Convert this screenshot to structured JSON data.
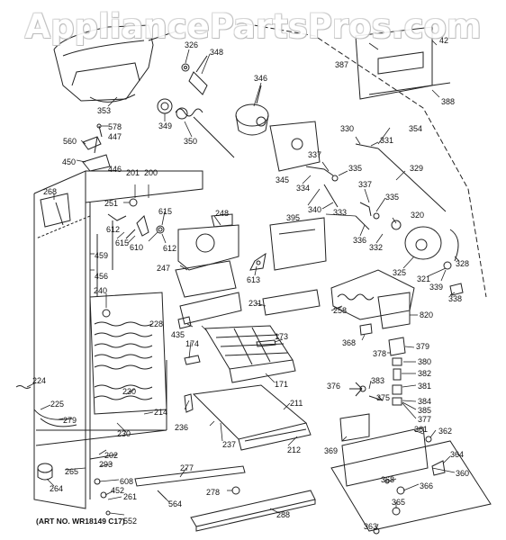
{
  "watermark": "AppliancePartsPros.com",
  "art_number": "(ART NO. WR18149 C17)",
  "part_labels": {
    "p326": "326",
    "p348": "348",
    "p346": "346",
    "p353": "353",
    "p349": "349",
    "p350": "350",
    "p578": "578",
    "p447": "447",
    "p560": "560",
    "p450": "450",
    "p446": "446",
    "p201": "201",
    "p200": "200",
    "p251": "251",
    "p268": "268",
    "p612a": "612",
    "p615a": "615",
    "p610": "610",
    "p615b": "615",
    "p612b": "612",
    "p248": "248",
    "p459": "459",
    "p456": "456",
    "p240": "240",
    "p228": "228",
    "p247": "247",
    "p613": "613",
    "p231": "231",
    "p435": "435",
    "p174": "174",
    "p173": "173",
    "p171": "171",
    "p224": "224",
    "p225": "225",
    "p279": "279",
    "p230a": "230",
    "p230b": "230",
    "p214": "214",
    "p236": "236",
    "p211": "211",
    "p237": "237",
    "p212": "212",
    "p202": "202",
    "p293": "293",
    "p265": "265",
    "p264": "264",
    "p608": "608",
    "p452": "452",
    "p261": "261",
    "p552": "552",
    "p277": "277",
    "p564": "564",
    "p278": "278",
    "p288": "288",
    "p387": "387",
    "p42": "42",
    "p388": "388",
    "p330": "330",
    "p331": "331",
    "p354": "354",
    "p345": "345",
    "p337a": "337",
    "p335a": "335",
    "p334": "334",
    "p340": "340",
    "p333": "333",
    "p337b": "337",
    "p335b": "335",
    "p329": "329",
    "p395": "395",
    "p336": "336",
    "p332": "332",
    "p320": "320",
    "p325": "325",
    "p321": "321",
    "p328": "328",
    "p339": "339",
    "p338": "338",
    "p258": "258",
    "p820": "820",
    "p368a": "368",
    "p379": "379",
    "p378": "378",
    "p380": "380",
    "p382": "382",
    "p381": "381",
    "p376": "376",
    "p383": "383",
    "p375": "375",
    "p384": "384",
    "p385": "385",
    "p377": "377",
    "p362": "362",
    "p361": "361",
    "p369": "369",
    "p364": "364",
    "p360": "360",
    "p368b": "368",
    "p366": "366",
    "p365": "365",
    "p363": "363"
  }
}
